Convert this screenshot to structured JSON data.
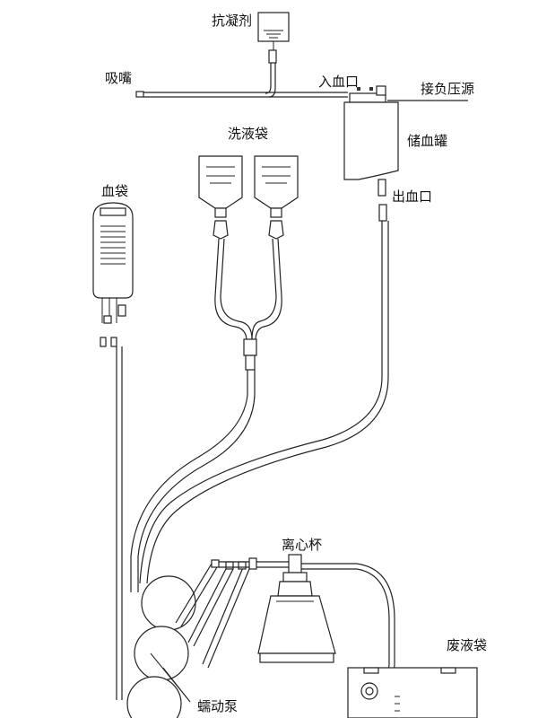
{
  "labels": {
    "anticoagulant": "抗凝剂",
    "suction_tip": "吸嘴",
    "blood_inlet": "入血口",
    "negative_pressure": "接负压源",
    "wash_bags": "洗液袋",
    "reservoir": "储血罐",
    "blood_bag": "血袋",
    "blood_outlet": "出血口",
    "centrifuge_bowl": "离心杯",
    "waste_bag": "废液袋",
    "peristaltic_pump": "蠕动泵"
  }
}
